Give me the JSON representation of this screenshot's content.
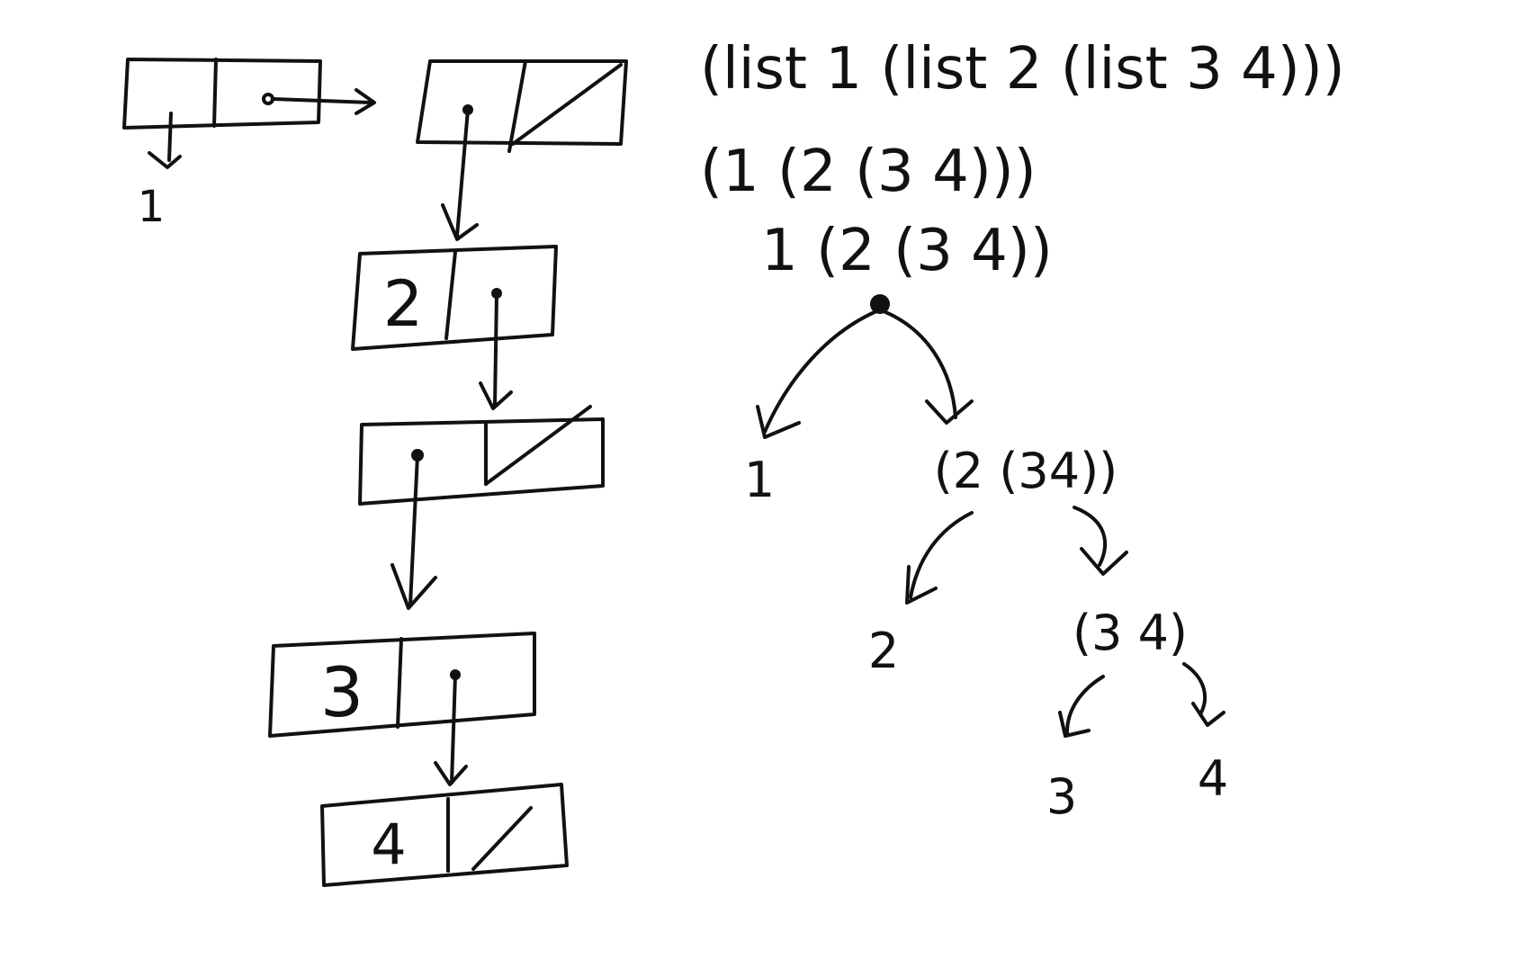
{
  "ink_color": "#111111",
  "expressions": {
    "list_call": "(list 1 (list 2 (list 3 4)))",
    "printed": "(1 (2 (3 4)))",
    "split": "1 (2 (3 4))"
  },
  "box_diagram": {
    "cell_1_value": "1",
    "cell_2_car": "2",
    "cell_3_car": "3",
    "cell_4_car": "4"
  },
  "tree": {
    "left_leaf": "1",
    "right_node": "(2 (34))",
    "leaf_2": "2",
    "node_34": "(3 4)",
    "leaf_3": "3",
    "leaf_4": "4"
  }
}
